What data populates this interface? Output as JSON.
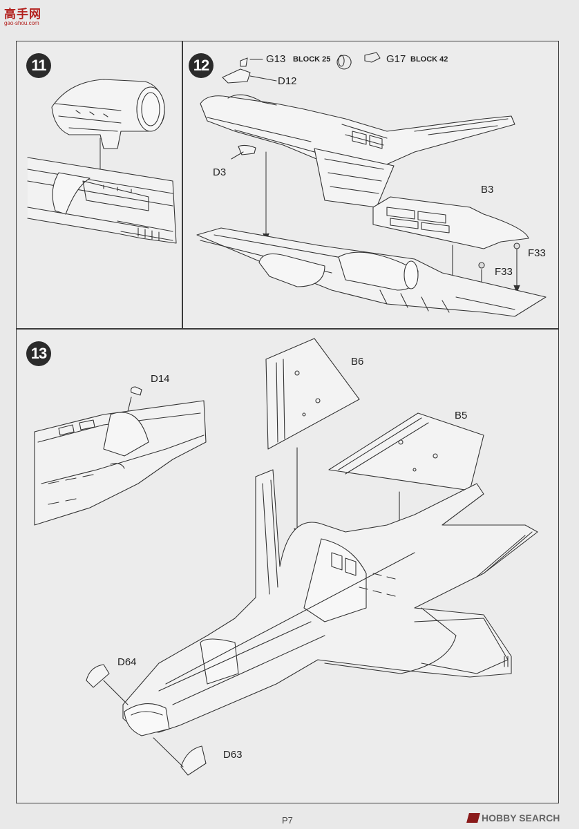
{
  "header": {
    "logo_main": "高手网",
    "logo_sub": "gao-shou.com"
  },
  "steps": [
    {
      "number": "11"
    },
    {
      "number": "12"
    },
    {
      "number": "13"
    }
  ],
  "step12": {
    "g13_label": "G13",
    "g13_variant": "BLOCK 25",
    "g17_label": "G17",
    "g17_variant": "BLOCK 42",
    "d12": "D12",
    "d3": "D3",
    "b3": "B3",
    "f33_a": "F33",
    "f33_b": "F33"
  },
  "step13": {
    "d14": "D14",
    "b6": "B6",
    "b5": "B5",
    "d64": "D64",
    "d63": "D63"
  },
  "footer": {
    "page": "P7",
    "watermark": "HOBBY SEARCH"
  }
}
